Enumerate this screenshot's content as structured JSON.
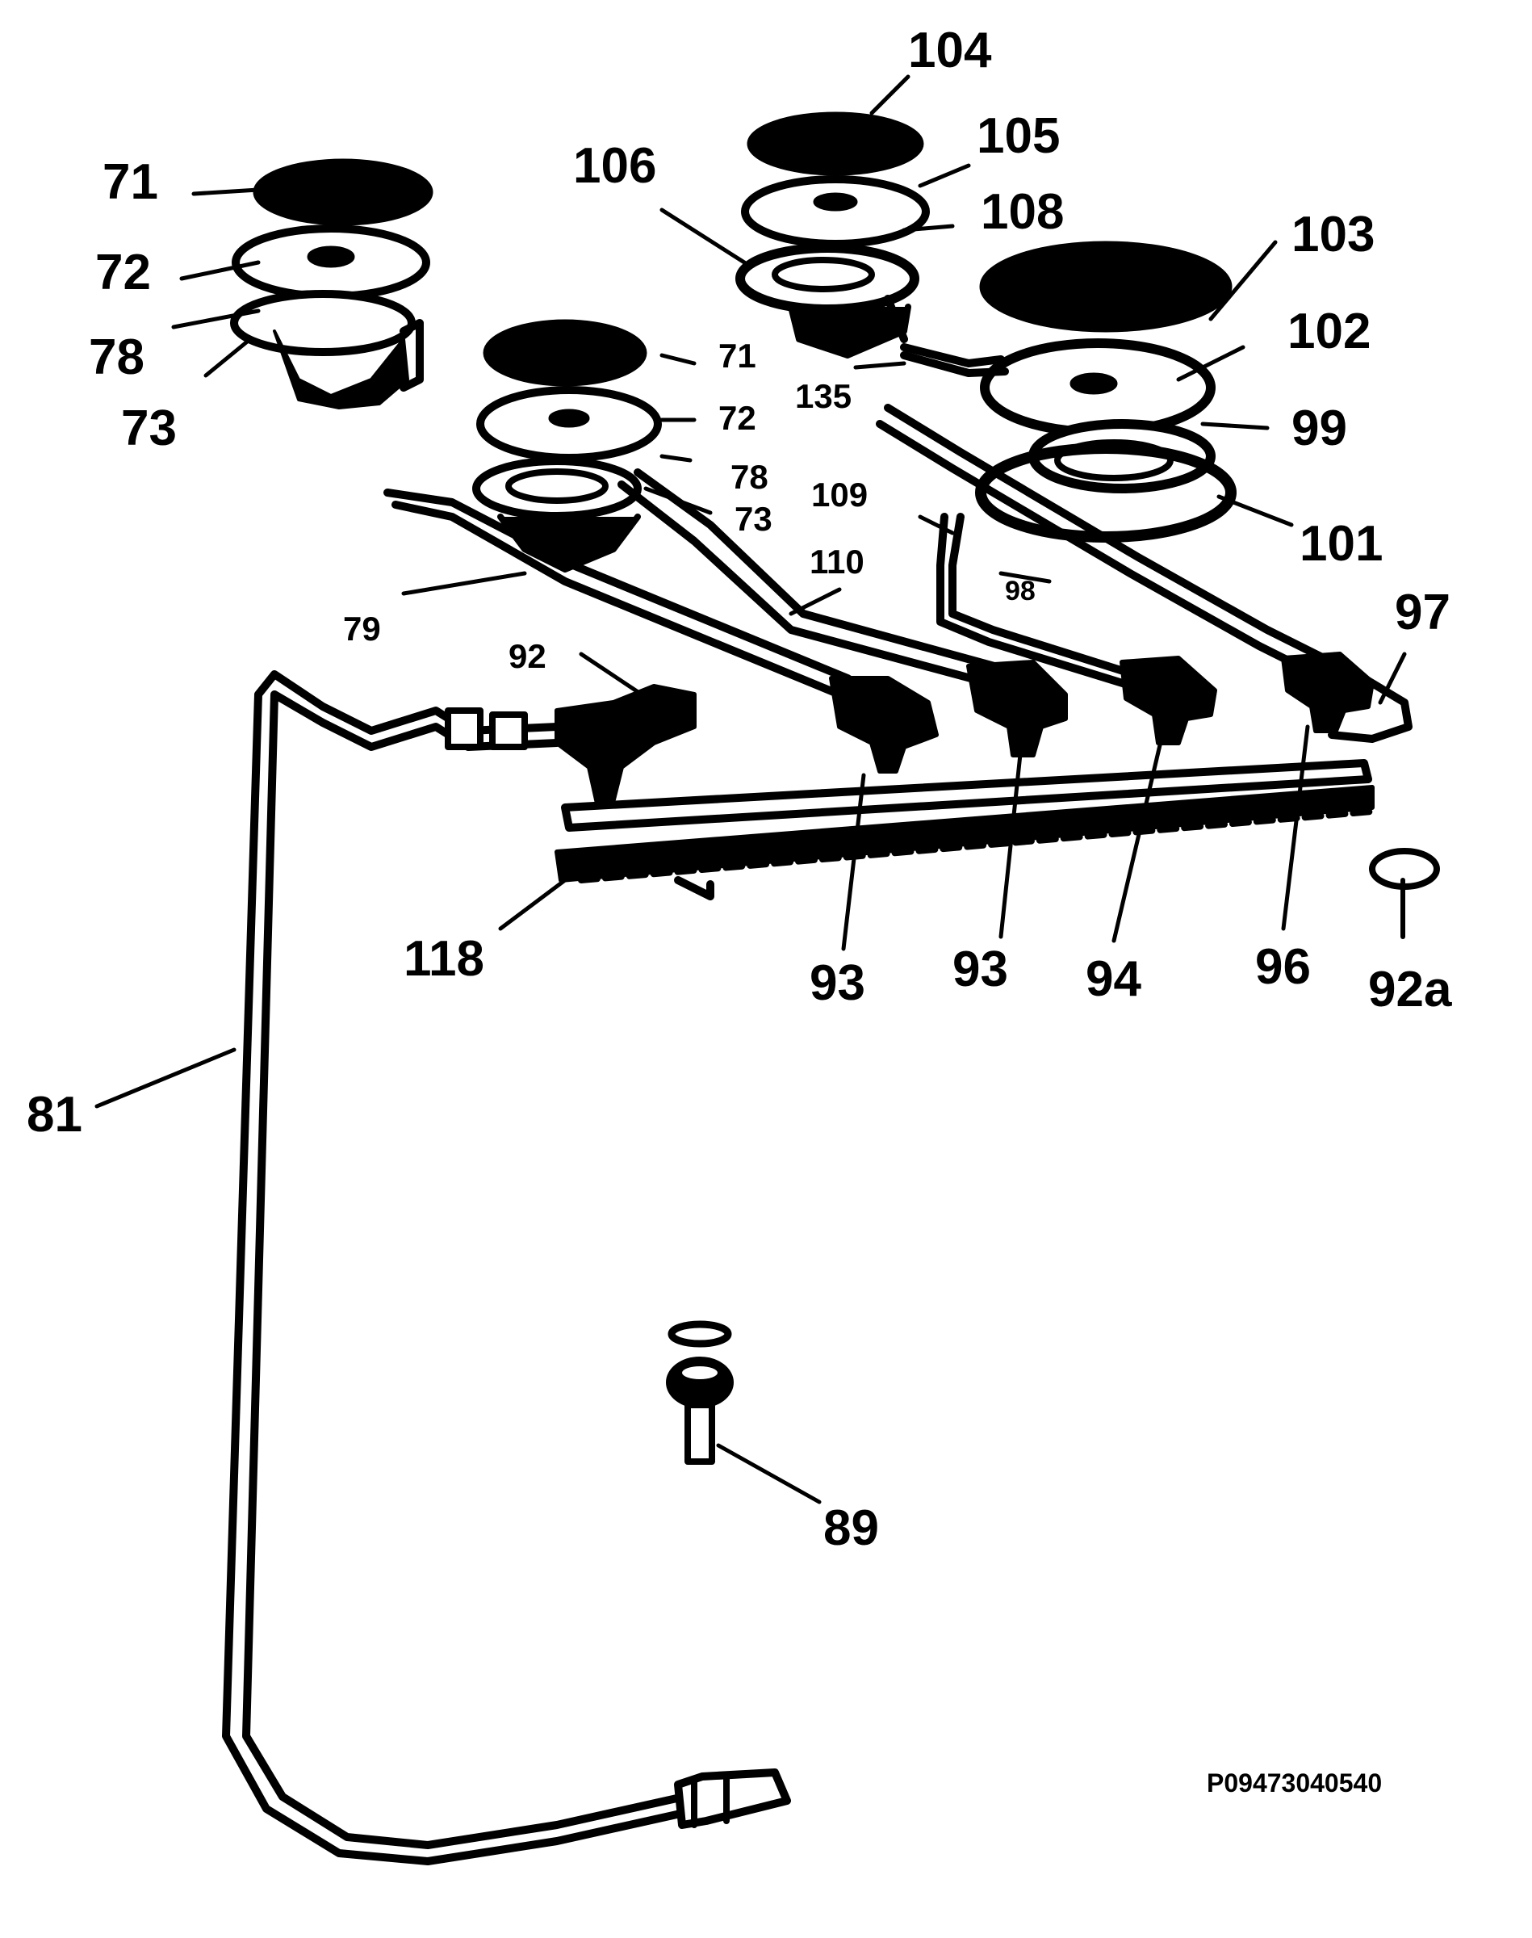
{
  "diagram_code": "P09473040540",
  "labels": {
    "l104": "104",
    "l105": "105",
    "l106": "106",
    "l108": "108",
    "l103": "103",
    "l71a": "71",
    "l72a": "72",
    "l78a": "78",
    "l73a": "73",
    "l71b": "71",
    "l72b": "72",
    "l78b": "78",
    "l73b": "73",
    "l135": "135",
    "l102": "102",
    "l99": "99",
    "l109": "109",
    "l101": "101",
    "l110": "110",
    "l98": "98",
    "l79": "79",
    "l97": "97",
    "l92": "92",
    "l92a": "92a",
    "l118": "118",
    "l93a": "93",
    "l93b": "93",
    "l94": "94",
    "l96": "96",
    "l81": "81",
    "l89": "89"
  }
}
